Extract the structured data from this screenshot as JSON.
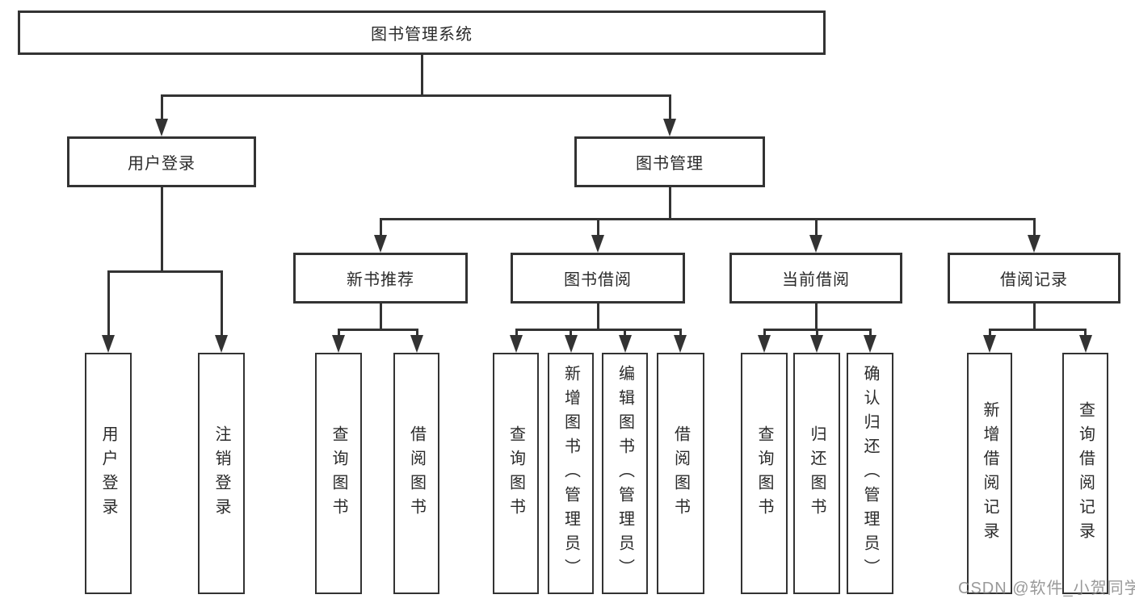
{
  "page": {
    "background": "#ffffff",
    "line_color": "#333333",
    "box_border_color": "#333333",
    "text_color": "#2a2a2a",
    "watermark": {
      "text": "CSDN @软件_小贺同学",
      "color": "#878787"
    }
  },
  "nodes": {
    "root": {
      "label": "图书管理系统"
    },
    "user_login": {
      "label": "用户登录"
    },
    "book_mgmt": {
      "label": "图书管理"
    },
    "new_book_recommend": {
      "label": "新书推荐"
    },
    "book_borrowing": {
      "label": "图书借阅"
    },
    "current_borrowing": {
      "label": "当前借阅"
    },
    "borrowing_records": {
      "label": "借阅记录"
    },
    "leaf_user_login": {
      "label": "用户登录"
    },
    "leaf_logout": {
      "label": "注销登录"
    },
    "leaf_nb_query_books": {
      "label": "查询图书"
    },
    "leaf_nb_borrow_books": {
      "label": "借阅图书"
    },
    "leaf_bb_query_books": {
      "label": "查询图书"
    },
    "leaf_bb_add_books_admin": {
      "label": "新增图书（管理员）"
    },
    "leaf_bb_edit_books_admin": {
      "label": "编辑图书（管理员）"
    },
    "leaf_bb_borrow_books": {
      "label": "借阅图书"
    },
    "leaf_cb_query_books": {
      "label": "查询图书"
    },
    "leaf_cb_return_books": {
      "label": "归还图书"
    },
    "leaf_cb_confirm_return_admin": {
      "label": "确认归还（管理员）"
    },
    "leaf_br_add_record": {
      "label": "新增借阅记录"
    },
    "leaf_br_query_record": {
      "label": "查询借阅记录"
    }
  },
  "hierarchy": {
    "图书管理系统": {
      "用户登录": [
        "用户登录",
        "注销登录"
      ],
      "图书管理": {
        "新书推荐": [
          "查询图书",
          "借阅图书"
        ],
        "图书借阅": [
          "查询图书",
          "新增图书（管理员）",
          "编辑图书（管理员）",
          "借阅图书"
        ],
        "当前借阅": [
          "查询图书",
          "归还图书",
          "确认归还（管理员）"
        ],
        "借阅记录": [
          "新增借阅记录",
          "查询借阅记录"
        ]
      }
    }
  }
}
